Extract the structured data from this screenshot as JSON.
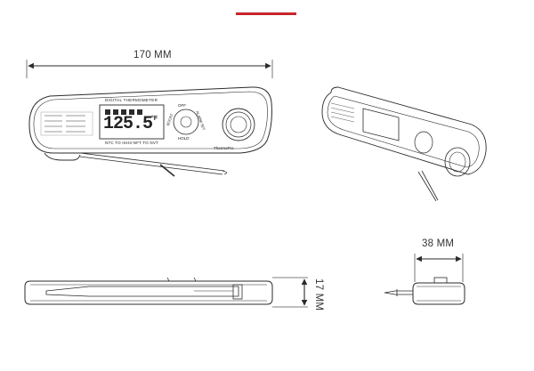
{
  "colors": {
    "accent": "#c8262c",
    "line": "#2b2b2b",
    "light_line": "#777777"
  },
  "dimensions": {
    "length": "170 MM",
    "height": "17 MM",
    "depth": "38 MM"
  },
  "device": {
    "top_label": "DIGITAL THERMOMETER",
    "reading": "125.5",
    "unit_f": "°F",
    "strip_text": "NTC TO ISH3-NFT TO NVT",
    "btn_up": "OFF",
    "btn_left": "BOOST",
    "btn_down": "HOLD",
    "btn_right": "ALARM SET",
    "brand": "ThermoPro"
  }
}
